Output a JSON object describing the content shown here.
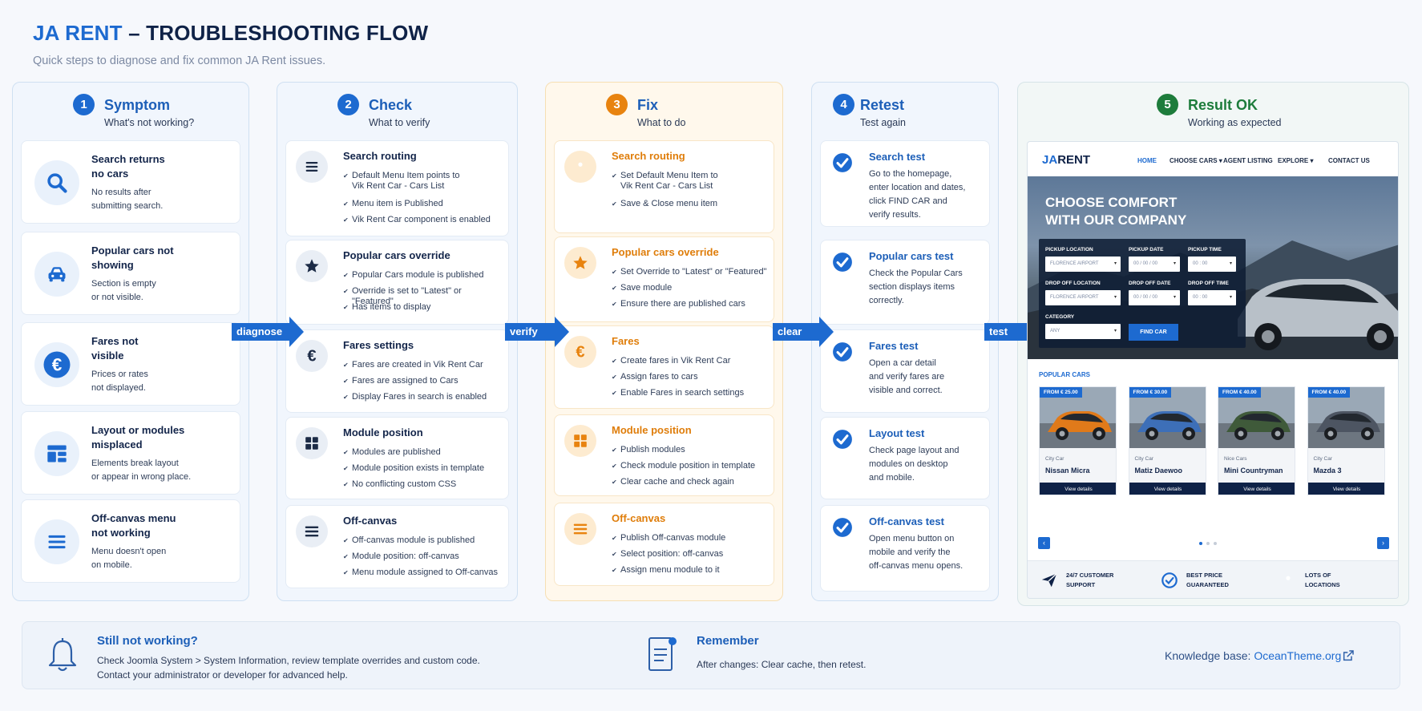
{
  "header": {
    "brand": "JA RENT",
    "title_rest": " – TROUBLESHOOTING FLOW",
    "subtitle": "Quick steps to diagnose and fix common JA Rent issues."
  },
  "columns": [
    {
      "num": "1",
      "title": "Symptom",
      "sub": "What's not working?",
      "cards": [
        {
          "icon": "search-icon",
          "title": "Search returns\nno cars",
          "desc": "No results after\nsubmitting search."
        },
        {
          "icon": "car-icon",
          "title": "Popular cars not\nshowing",
          "desc": "Section is empty\nor not visible."
        },
        {
          "icon": "euro-icon",
          "title": "Fares not\nvisible",
          "desc": "Prices or rates\nnot displayed."
        },
        {
          "icon": "layout-icon",
          "title": "Layout or modules\nmisplaced",
          "desc": "Elements break layout\nor appear in wrong place."
        },
        {
          "icon": "menu-icon",
          "title": "Off-canvas menu\nnot working",
          "desc": "Menu doesn't open\non mobile."
        }
      ]
    },
    {
      "num": "2",
      "title": "Check",
      "sub": "What to verify",
      "cards": [
        {
          "icon": "list-icon",
          "title": "Search routing",
          "items": [
            "Default Menu Item points to\nVik Rent Car - Cars List",
            "Menu item is Published",
            "Vik Rent Car component is enabled"
          ]
        },
        {
          "icon": "star-icon",
          "title": "Popular cars override",
          "items": [
            "Popular Cars module is published",
            "Override is set to \"Latest\" or \"Featured\"",
            "Has items to display"
          ]
        },
        {
          "icon": "euro-icon",
          "title": "Fares settings",
          "items": [
            "Fares are created in Vik Rent Car",
            "Fares are assigned to Cars",
            "Display Fares in search is enabled"
          ]
        },
        {
          "icon": "grid-icon",
          "title": "Module position",
          "items": [
            "Modules are published",
            "Module position exists in template",
            "No conflicting custom CSS"
          ]
        },
        {
          "icon": "menu-icon",
          "title": "Off-canvas",
          "items": [
            "Off-canvas module is published",
            "Module position: off-canvas",
            "Menu module assigned to Off-canvas"
          ]
        }
      ]
    },
    {
      "num": "3",
      "title": "Fix",
      "sub": "What to do",
      "cards": [
        {
          "icon": "pin-icon",
          "title": "Search routing",
          "items": [
            "Set Default Menu Item to\nVik Rent Car - Cars List",
            "Save & Close menu item"
          ]
        },
        {
          "icon": "star-icon",
          "title": "Popular cars override",
          "items": [
            "Set Override to \"Latest\" or \"Featured\"",
            "Save module",
            "Ensure there are published cars"
          ]
        },
        {
          "icon": "euro-icon",
          "title": "Fares",
          "items": [
            "Create fares in Vik Rent Car",
            "Assign fares to cars",
            "Enable Fares in search settings"
          ]
        },
        {
          "icon": "grid-icon",
          "title": "Module position",
          "items": [
            "Publish modules",
            "Check module position in template",
            "Clear cache and check again"
          ]
        },
        {
          "icon": "menu-icon",
          "title": "Off-canvas",
          "items": [
            "Publish Off-canvas module",
            "Select position: off-canvas",
            "Assign menu module to it"
          ]
        }
      ]
    },
    {
      "num": "4",
      "title": "Retest",
      "sub": "Test again",
      "cards": [
        {
          "icon": "check-circle-icon",
          "title": "Search test",
          "desc": "Go to the homepage,\nenter location and dates,\nclick FIND CAR and\nverify results."
        },
        {
          "icon": "check-circle-icon",
          "title": "Popular cars test",
          "desc": "Check the Popular Cars\nsection displays items\ncorrectly."
        },
        {
          "icon": "check-circle-icon",
          "title": "Fares test",
          "desc": "Open a car detail\nand verify fares are\nvisible and correct."
        },
        {
          "icon": "check-circle-icon",
          "title": "Layout test",
          "desc": "Check page layout and\nmodules on desktop\nand mobile."
        },
        {
          "icon": "check-circle-icon",
          "title": "Off-canvas test",
          "desc": "Open menu button on\nmobile and verify the\noff-canvas menu opens."
        }
      ]
    },
    {
      "num": "5",
      "title": "Result OK",
      "sub": "Working as expected"
    }
  ],
  "arrows": [
    "diagnose",
    "verify",
    "clear",
    "test"
  ],
  "site": {
    "logo_a": "JA",
    "logo_b": "RENT",
    "nav": [
      "HOME",
      "CHOOSE CARS ▾",
      "AGENT LISTING",
      "EXPLORE ▾",
      "CONTACT US"
    ],
    "hero_title": "CHOOSE COMFORT\nWITH OUR COMPANY",
    "form": {
      "pickup_location": "PICKUP LOCATION",
      "pickup_date": "PICKUP DATE",
      "pickup_time": "PICKUP TIME",
      "dropoff_location": "DROP OFF LOCATION",
      "dropoff_date": "DROP OFF DATE",
      "dropoff_time": "DROP OFF TIME",
      "category": "CATEGORY",
      "loc_value": "FLORENCE AIRPORT",
      "date_value": "00 / 00 / 00",
      "time_value": "00 : 00",
      "cat_value": "ANY",
      "find": "FIND CAR"
    },
    "popular": "POPULAR CARS",
    "cars": [
      {
        "price": "FROM € 25.00",
        "type": "City Car",
        "name": "Nissan Micra",
        "color": "#e07a1a"
      },
      {
        "price": "FROM € 30.00",
        "type": "City Car",
        "name": "Matiz Daewoo",
        "color": "#3d6fb8"
      },
      {
        "price": "FROM € 40.00",
        "type": "Nice Cars",
        "name": "Mini Countryman",
        "color": "#3f5a3a"
      },
      {
        "price": "FROM € 40.00",
        "type": "City Car",
        "name": "Mazda 3",
        "color": "#4d5562"
      }
    ],
    "view": "View details",
    "features": [
      "24/7 CUSTOMER\nSUPPORT",
      "BEST PRICE\nGUARANTEED",
      "LOTS OF\nLOCATIONS"
    ]
  },
  "footer": {
    "still_title": "Still not working?",
    "still_text": "Check Joomla System > System Information, review template overrides and custom code.\nContact your administrator or developer for advanced help.",
    "remember_title": "Remember",
    "remember_text": "After changes: Clear cache, then retest.",
    "kb_label": "Knowledge base: ",
    "kb_link": "OceanTheme.org"
  },
  "colors": {
    "blue": "#1d6ad0",
    "orange": "#e8830f",
    "green": "#1d7c3b",
    "navy": "#0f2247"
  }
}
